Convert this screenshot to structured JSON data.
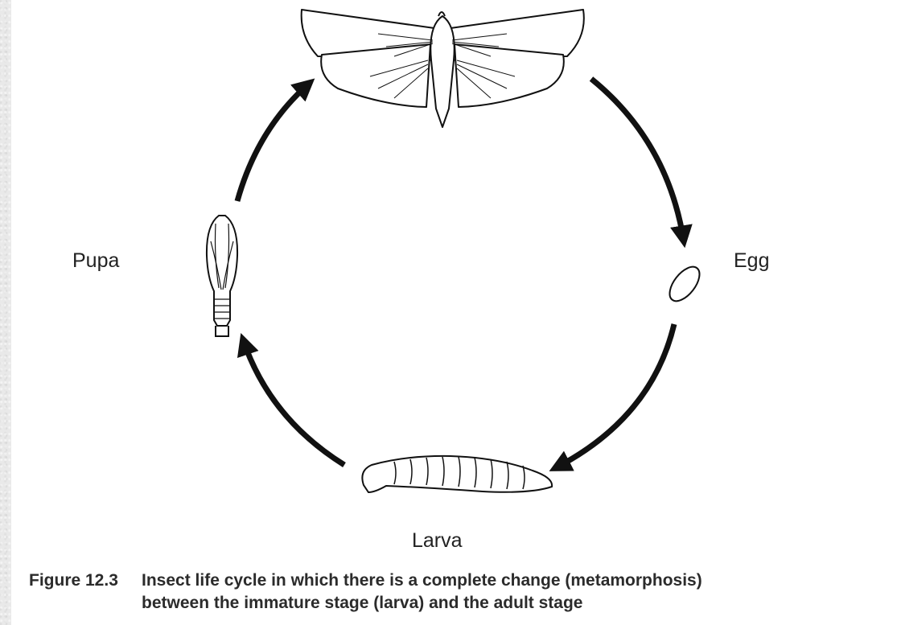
{
  "diagram": {
    "stages": {
      "adult": "",
      "egg": "Egg",
      "larva": "Larva",
      "pupa": "Pupa"
    },
    "cycle_order": [
      "Adult",
      "Egg",
      "Larva",
      "Pupa"
    ]
  },
  "caption": {
    "number": "Figure 12.3",
    "line1": "Insect life cycle in which there is a complete change (metamorphosis)",
    "line2": "between the immature stage (larva) and the adult stage"
  },
  "colors": {
    "ink": "#111111",
    "panel": "#ffffff",
    "background": "#e9e9e9"
  }
}
